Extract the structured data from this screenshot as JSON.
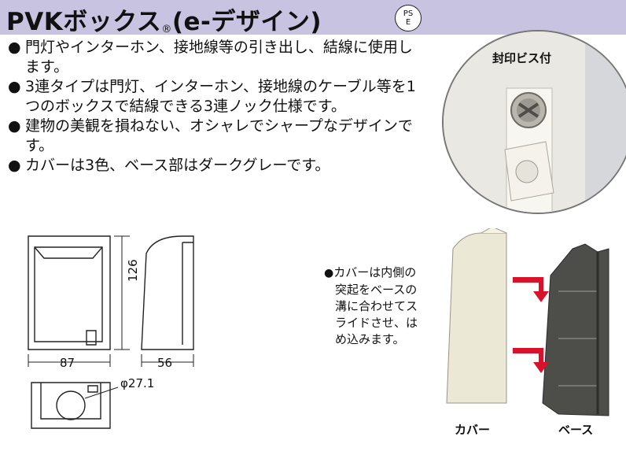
{
  "header": {
    "title": "PVKボックス",
    "registered": "®",
    "title_suffix": "(e-デザイン)",
    "pse_top": "PS",
    "pse_bottom": "E"
  },
  "bullets": [
    "門灯やインターホン、接地線等の引き出し、結線に使用します。",
    "3連タイプは門灯、インターホン、接地線のケーブル等を1つのボックスで結線できる3連ノック仕様です。",
    "建物の美観を損ねない、オシャレでシャープなデザインです。",
    "カバーは3色、ベース部はダークグレーです。"
  ],
  "photo": {
    "label": "封印ビス付"
  },
  "drawing": {
    "height_dim": "126",
    "width_dim": "87",
    "depth_dim": "56",
    "hole_dim": "φ27.1"
  },
  "assembly": {
    "note_bullet": "●",
    "note_lines": [
      "カバーは内側の",
      "突起をベースの",
      "溝に合わせてス",
      "ライドさせ、は",
      "め込みます。"
    ],
    "cover_label": "カバー",
    "base_label": "ベース"
  },
  "colors": {
    "header_bg": "#c9c3e2",
    "arrow": "#d9122b",
    "cover": "#ece8d6",
    "base": "#4d4d4a"
  }
}
